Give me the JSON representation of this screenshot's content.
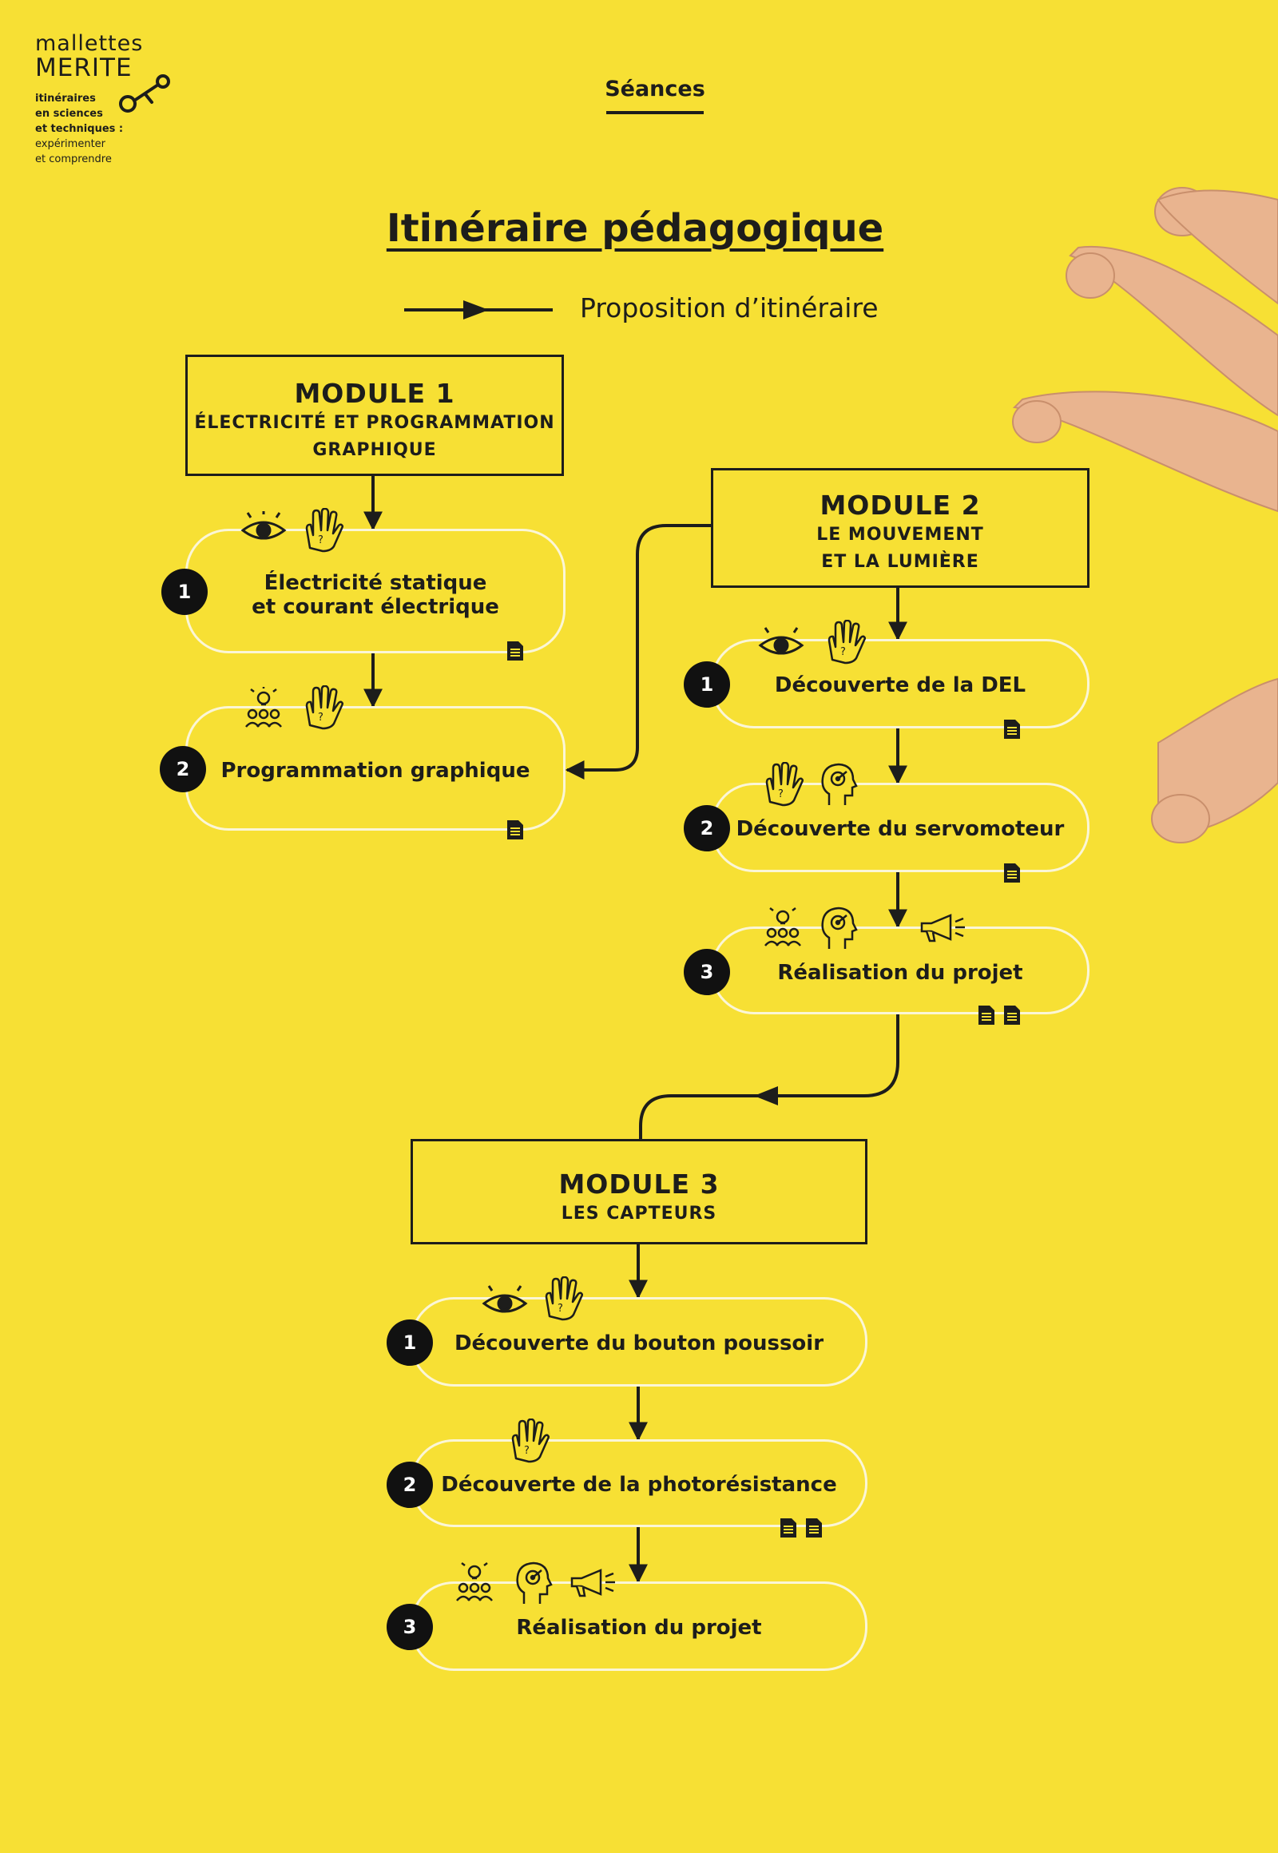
{
  "logo": {
    "brand_line1": "mallettes",
    "brand_line2": "MERITE",
    "tagline": [
      "itinéraires",
      "en sciences",
      "et techniques :",
      "expérimenter",
      "et comprendre"
    ]
  },
  "nav": {
    "seances_label": "Séances"
  },
  "title": "Itinéraire pédagogique",
  "legend": {
    "label": "Proposition d’itinéraire"
  },
  "modules": [
    {
      "title": "MODULE 1",
      "subtitle_lines": [
        "ÉLECTRICITÉ ET PROGRAMMATION",
        "GRAPHIQUE"
      ],
      "sessions": [
        {
          "number": "1",
          "label_lines": [
            "Électricité statique",
            "et courant électrique"
          ],
          "icons": [
            "eye-icon",
            "hand-question-icon"
          ],
          "documents": 1
        },
        {
          "number": "2",
          "label_lines": [
            "Programmation graphique"
          ],
          "icons": [
            "group-idea-icon",
            "hand-question-icon"
          ],
          "documents": 1
        }
      ]
    },
    {
      "title": "MODULE 2",
      "subtitle_lines": [
        "LE MOUVEMENT",
        "ET LA LUMIÈRE"
      ],
      "sessions": [
        {
          "number": "1",
          "label_lines": [
            "Découverte de la DEL"
          ],
          "icons": [
            "eye-icon",
            "hand-question-icon"
          ],
          "documents": 1
        },
        {
          "number": "2",
          "label_lines": [
            "Découverte du servomoteur"
          ],
          "icons": [
            "hand-question-icon",
            "head-target-icon"
          ],
          "documents": 1
        },
        {
          "number": "3",
          "label_lines": [
            "Réalisation du projet"
          ],
          "icons": [
            "group-idea-icon",
            "head-target-icon",
            "megaphone-icon"
          ],
          "documents": 2
        }
      ]
    },
    {
      "title": "MODULE 3",
      "subtitle_lines": [
        "LES CAPTEURS"
      ],
      "sessions": [
        {
          "number": "1",
          "label_lines": [
            "Découverte du bouton poussoir"
          ],
          "icons": [
            "eye-icon",
            "hand-question-icon"
          ],
          "documents": 0
        },
        {
          "number": "2",
          "label_lines": [
            "Découverte de la photorésistance"
          ],
          "icons": [
            "hand-question-icon"
          ],
          "documents": 2
        },
        {
          "number": "3",
          "label_lines": [
            "Réalisation du projet"
          ],
          "icons": [
            "group-idea-icon",
            "head-target-icon",
            "megaphone-icon"
          ],
          "documents": 0
        }
      ]
    }
  ],
  "colors": {
    "background": "#f7e034",
    "ink": "#1d1d1b",
    "session_outline": "#fbf6d6",
    "badge": "#111111"
  }
}
